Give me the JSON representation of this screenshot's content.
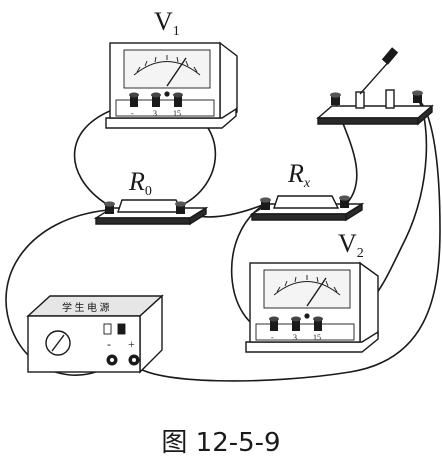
{
  "labels": {
    "v1_main": "V",
    "v1_sub": "1",
    "v2_main": "V",
    "v2_sub": "2",
    "r0_main": "R",
    "r0_sub": "0",
    "rx_main": "R",
    "rx_sub": "x"
  },
  "meter_terminals": [
    "-",
    "3",
    "15"
  ],
  "power_supply": {
    "minus": "-",
    "plus": "+",
    "panel_text": "学 生 电 源"
  },
  "caption": "图 12-5-9",
  "colors": {
    "ink": "#1a1a1a",
    "paper": "#ffffff"
  }
}
